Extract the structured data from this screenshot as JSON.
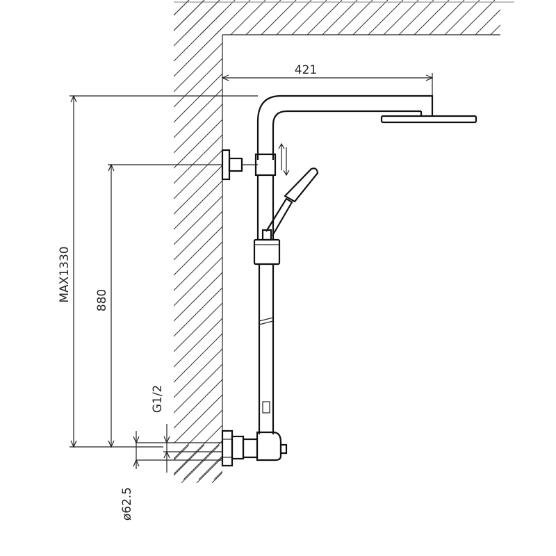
{
  "dimensions": {
    "head_reach": "421",
    "max_height": "MAX1330",
    "inlet_height": "880",
    "thread": "G1/2",
    "flange_diameter": "ø62.5"
  },
  "icons": {
    "slide_adjust": "up-down-arrows-icon"
  },
  "colors": {
    "line": "#222222",
    "background": "#ffffff"
  }
}
